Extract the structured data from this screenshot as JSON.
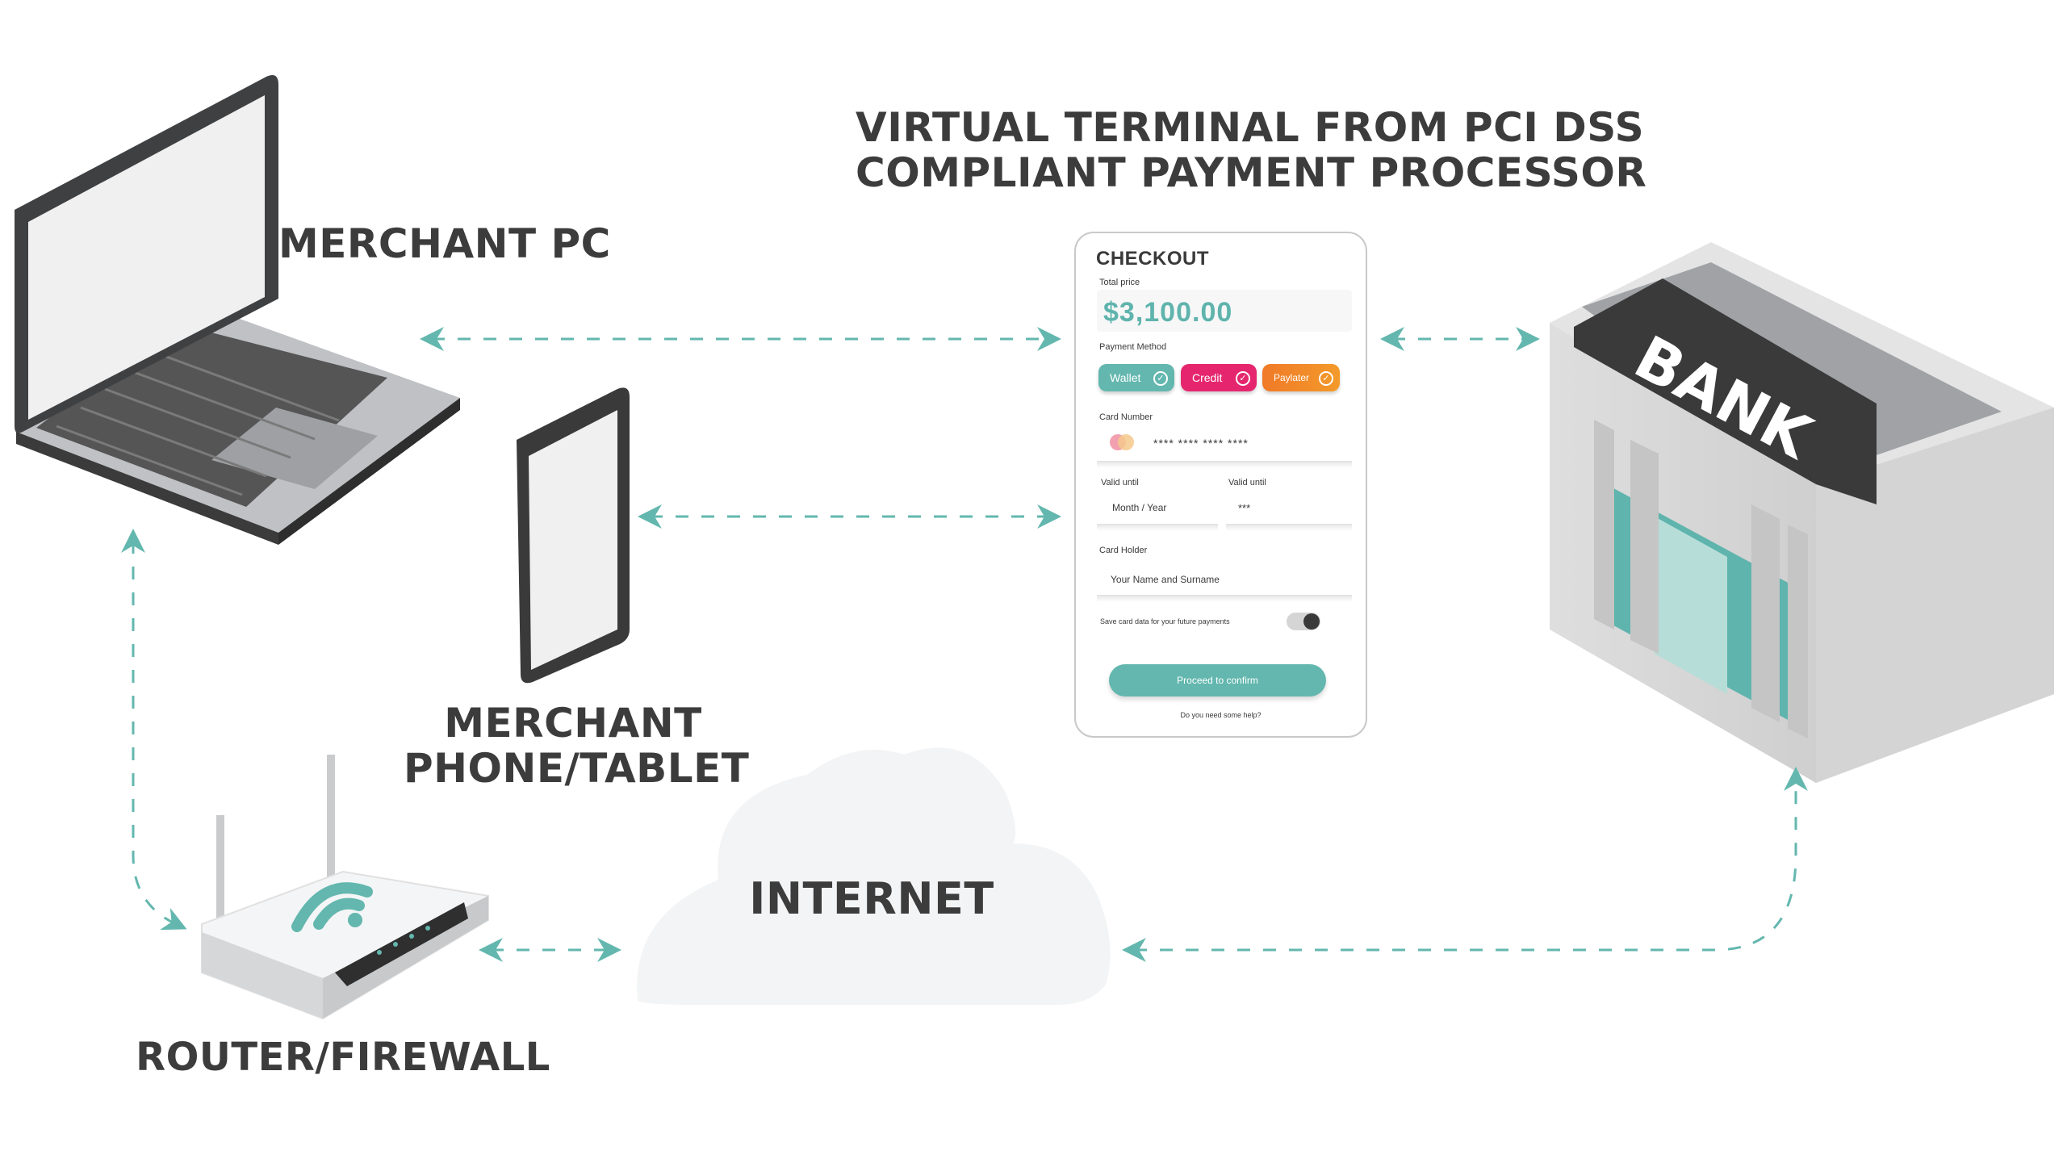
{
  "labels": {
    "merchant_pc": "MERCHANT PC",
    "merchant_phone": [
      "MERCHANT",
      "PHONE/TABLET"
    ],
    "router": "ROUTER/FIREWALL",
    "internet": "INTERNET",
    "virtual_terminal": [
      "VIRTUAL TERMINAL FROM PCI DSS",
      "COMPLIANT PAYMENT PROCESSOR"
    ],
    "bank_sign": "BANK"
  },
  "checkout": {
    "title": "CHECKOUT",
    "total_price_label": "Total price",
    "total_price": "$3,100.00",
    "payment_method_label": "Payment Method",
    "methods": [
      "Wallet",
      "Credit",
      "Paylater"
    ],
    "card_number_label": "Card Number",
    "card_number": "**** **** **** ****",
    "valid_until_label_1": "Valid until",
    "valid_until_value_1": "Month / Year",
    "valid_until_label_2": "Valid until",
    "valid_until_value_2": "***",
    "card_holder_label": "Card Holder",
    "card_holder_placeholder": "Your Name and Surname",
    "save_card_label": "Save card data for your future payments",
    "proceed_label": "Proceed to confirm",
    "help_label": "Do you need some help?"
  },
  "colors": {
    "teal": "#63b7ae",
    "credit": "#e5266e",
    "paylater": "#f07a28",
    "dark": "#3c3c3c",
    "cloud": "#f3f4f5"
  }
}
